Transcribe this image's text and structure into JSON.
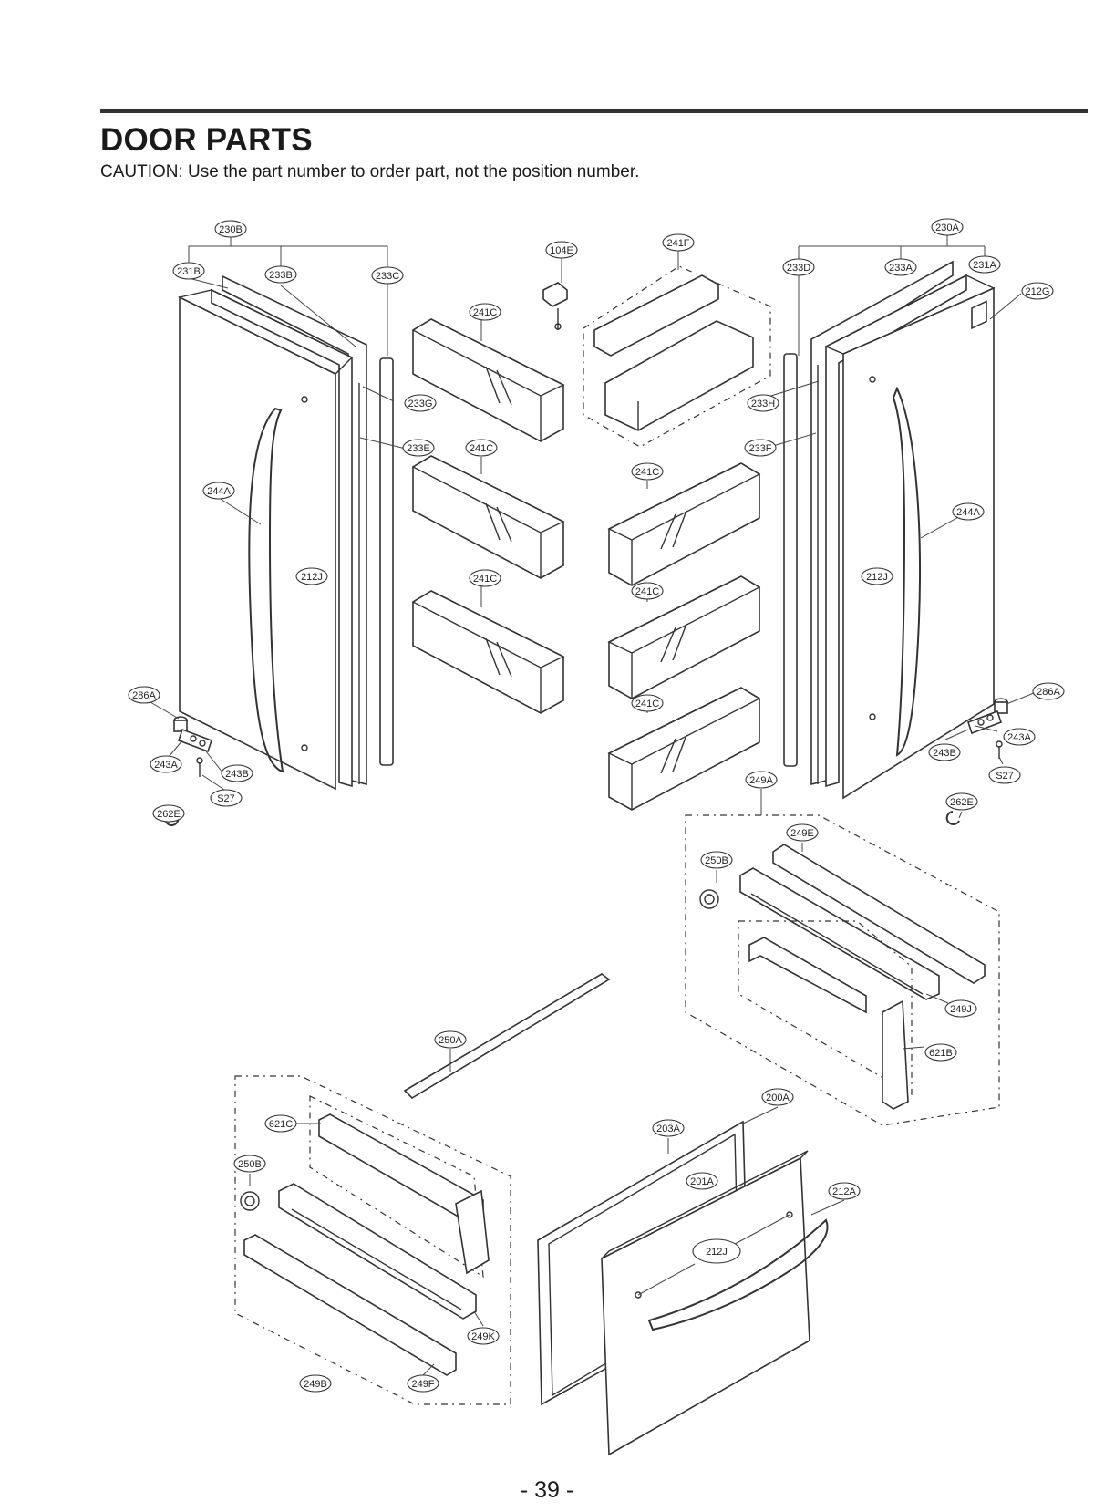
{
  "header": {
    "title": "DOOR PARTS",
    "caution": "CAUTION: Use the part number to order part, not the position number."
  },
  "footer": {
    "page_number": "- 39 -"
  },
  "callouts": {
    "c230B": "230B",
    "c231B": "231B",
    "c233B": "233B",
    "c233C": "233C",
    "c104E": "104E",
    "c241F": "241F",
    "c230A": "230A",
    "c233D": "233D",
    "c233A": "233A",
    "c231A": "231A",
    "c212G": "212G",
    "c241C_1": "241C",
    "c233G": "233G",
    "c233H": "233H",
    "c233E": "233E",
    "c241C_2": "241C",
    "c233F": "233F",
    "c241C_3": "241C",
    "c244A_L": "244A",
    "c244A_R": "244A",
    "c212J_L": "212J",
    "c241C_4": "241C",
    "c241C_5": "241C",
    "c212J_R": "212J",
    "c286A_L": "286A",
    "c286A_R": "286A",
    "c241C_6": "241C",
    "c243A_R": "243A",
    "c243B_R": "243B",
    "c243A_L": "243A",
    "c243B_L": "243B",
    "cS27_R": "S27",
    "c249A": "249A",
    "cS27_L": "S27",
    "c262E_R": "262E",
    "c262E_L": "262E",
    "c249E": "249E",
    "c250B_R": "250B",
    "c249J": "249J",
    "c250A": "250A",
    "c621B": "621B",
    "c200A": "200A",
    "c621C": "621C",
    "c203A": "203A",
    "c250B_L": "250B",
    "c201A": "201A",
    "c212A": "212A",
    "c212J_B": "212J",
    "c249K": "249K",
    "c249B": "249B",
    "c249F": "249F"
  }
}
